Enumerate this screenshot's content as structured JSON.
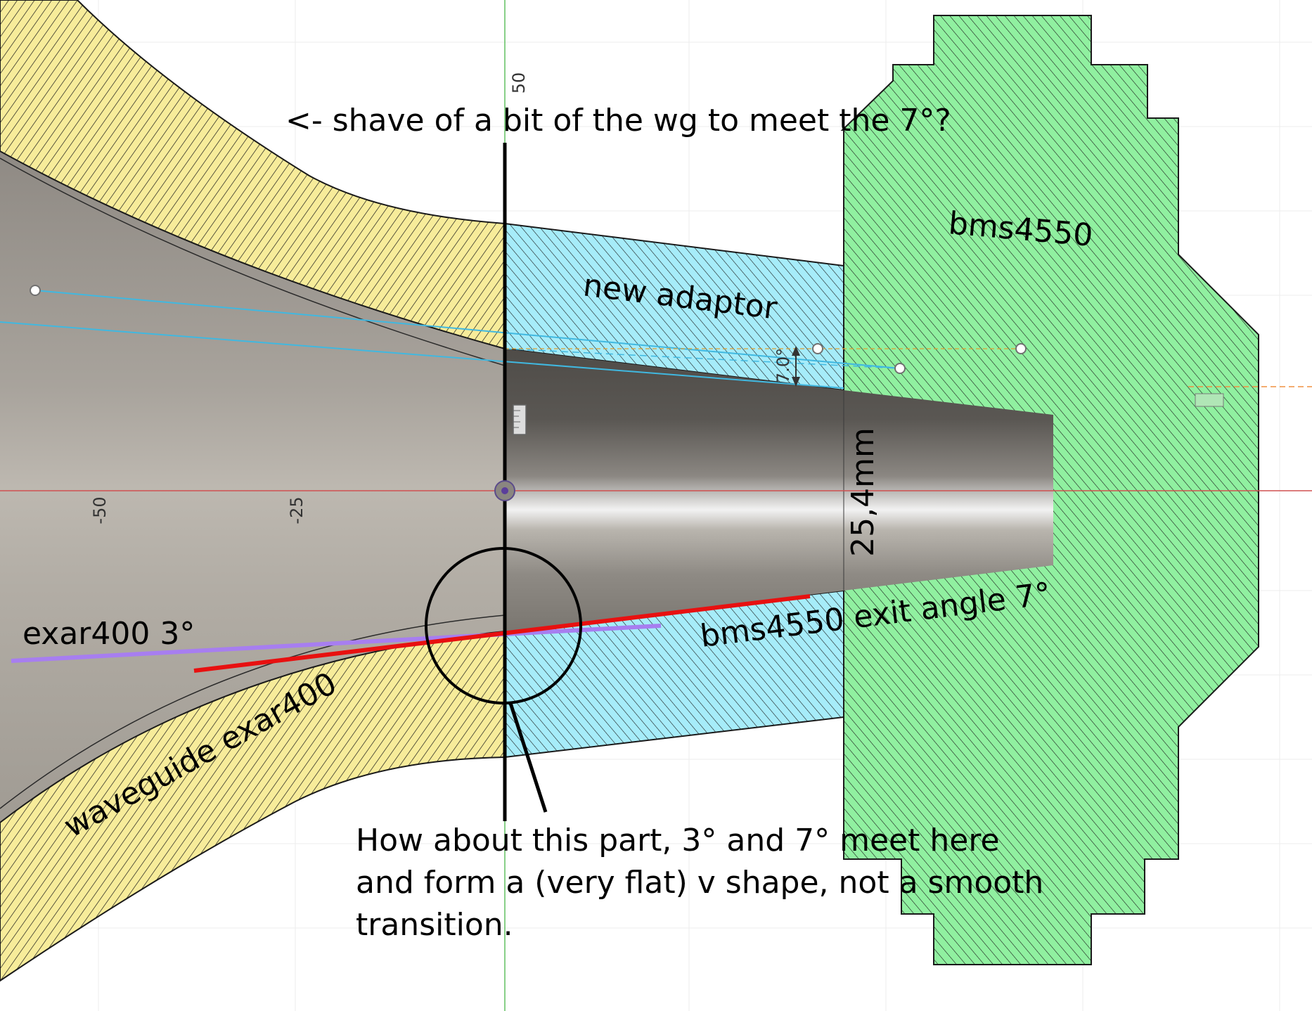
{
  "annotations": {
    "top_note": "<- shave of a bit of the wg to meet the 7°?",
    "bottom_note_line1": "How about this part, 3° and 7° meet here",
    "bottom_note_line2": "and form a (very flat) v shape, not a smooth",
    "bottom_note_line3": "transition.",
    "label_bms": "bms4550",
    "label_adaptor": "new adaptor",
    "label_waveguide": "waveguide exar400",
    "label_exar_angle": "exar400 3°",
    "label_bms_angle": "bms4550 exit angle 7°",
    "dimension_diameter": "25,4mm",
    "dimension_angle": "7.0°"
  },
  "axis_ticks": {
    "x_tick_neg50": "-50",
    "x_tick_neg25": "-25",
    "y_tick_50": "50"
  },
  "colors": {
    "waveguide_fill": "#f7ec9a",
    "adaptor_fill": "#a6ecf9",
    "driver_fill": "#90f0a0",
    "hatch": "#1a1a1a",
    "exar_line": "#a77ef0",
    "bms_line": "#e81010",
    "sketch_line": "#40b8e0",
    "axis_red": "#d05050",
    "axis_green": "#60c060",
    "orange_dash": "#f09040"
  },
  "icons": [
    "ruler-icon",
    "origin-icon",
    "sketch-point-icon"
  ]
}
